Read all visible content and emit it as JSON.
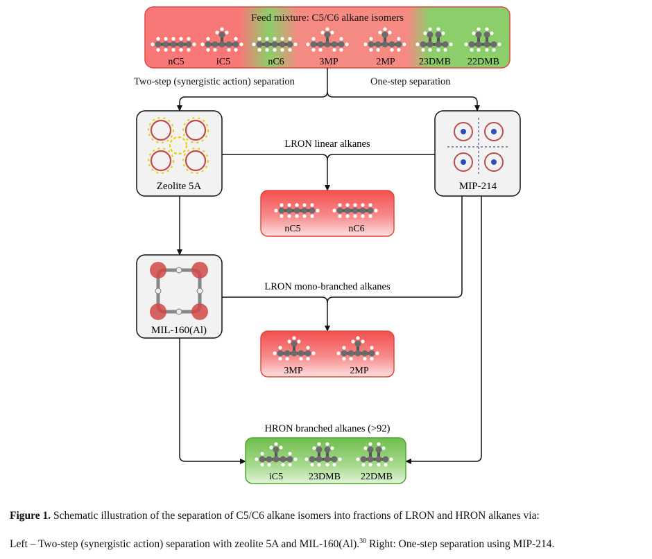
{
  "feed": {
    "title": "Feed mixture: C5/C6 alkane isomers",
    "molecules": [
      "nC5",
      "iC5",
      "nC6",
      "3MP",
      "2MP",
      "23DMB",
      "22DMB"
    ]
  },
  "routes": {
    "two_step": "Two-step (synergistic action) separation",
    "one_step": "One-step separation"
  },
  "adsorbents": {
    "zeolite": "Zeolite 5A",
    "mil": "MIL-160(Al)",
    "mip": "MIP-214"
  },
  "fractions": {
    "linear": {
      "label": "LRON linear alkanes",
      "molecules": [
        "nC5",
        "nC6"
      ]
    },
    "mono": {
      "label": "LRON mono-branched alkanes",
      "molecules": [
        "3MP",
        "2MP"
      ]
    },
    "branched": {
      "label": "HRON branched alkanes (>92)",
      "molecules": [
        "iC5",
        "23DMB",
        "22DMB"
      ]
    }
  },
  "caption": {
    "label": "Figure 1.",
    "text1": " Schematic illustration of the separation of C5/C6 alkane isomers into fractions of LRON and HRON alkanes via:",
    "text2a": "Left – Two-step (synergistic action) separation with zeolite 5A and MIL-160(Al).",
    "ref": "30",
    "text2b": " Right: One-step separation using MIP-214."
  },
  "colors": {
    "red": "#f25c5c",
    "green": "#79c25a",
    "border_red": "#e0463f",
    "border_green": "#4ea833"
  }
}
